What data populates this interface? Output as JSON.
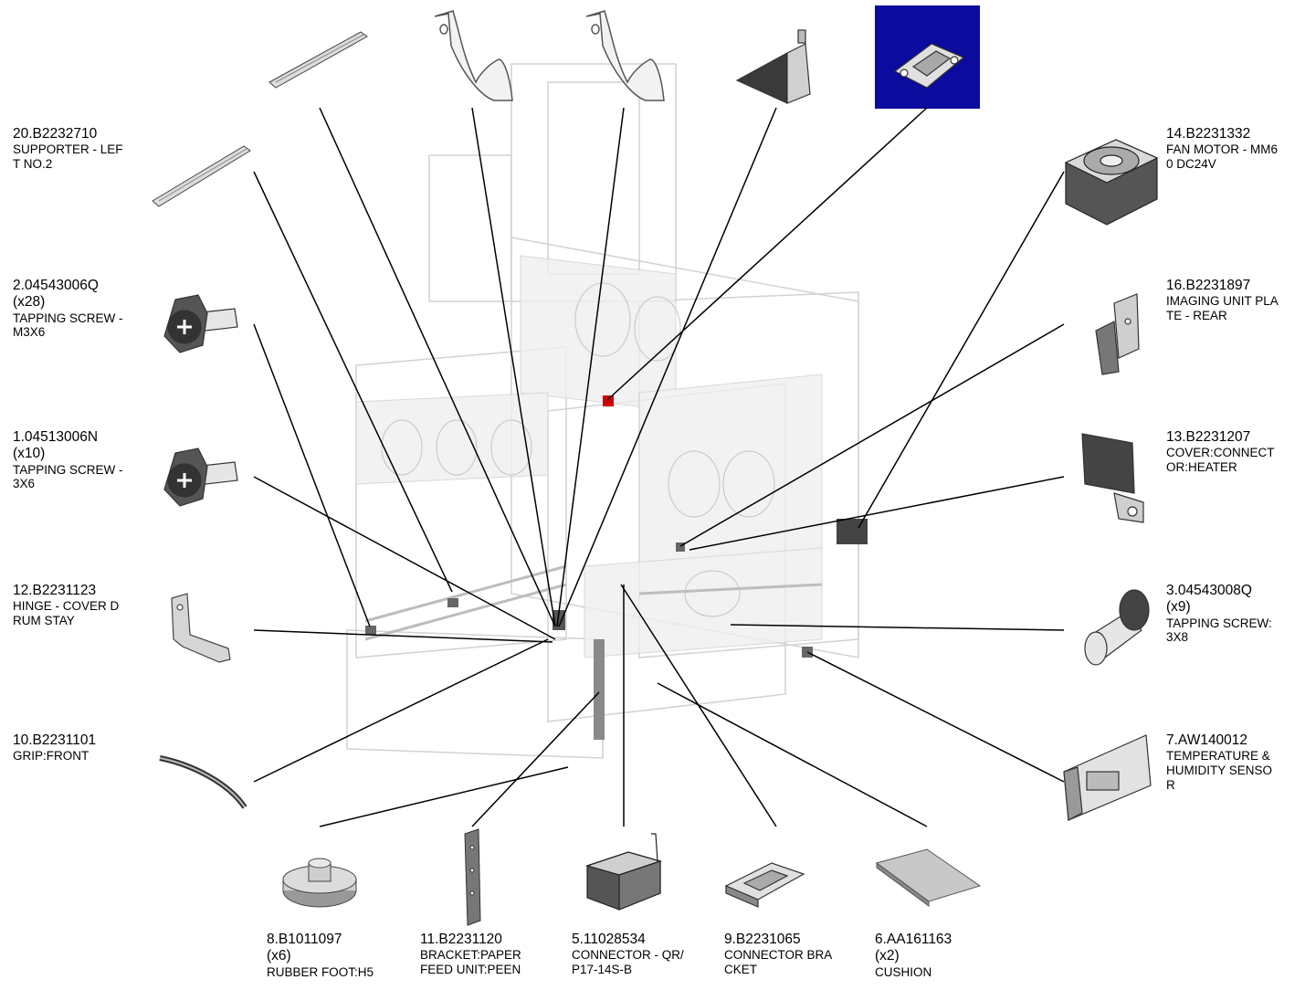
{
  "labels": {
    "p20": {
      "pn": "20.B2232710",
      "qty": "",
      "d1": "SUPPORTER - LEF",
      "d2": "T NO.2"
    },
    "p2": {
      "pn": "2.04543006Q",
      "qty": "(x28)",
      "d1": "TAPPING SCREW -",
      "d2": " M3X6"
    },
    "p1": {
      "pn": "1.04513006N",
      "qty": "(x10)",
      "d1": "TAPPING SCREW -",
      "d2": " 3X6"
    },
    "p12": {
      "pn": "12.B2231123",
      "qty": "",
      "d1": "HINGE - COVER D",
      "d2": "RUM STAY"
    },
    "p10": {
      "pn": "10.B2231101",
      "qty": "",
      "d1": "GRIP:FRONT",
      "d2": ""
    },
    "p14": {
      "pn": "14.B2231332",
      "qty": "",
      "d1": "FAN MOTOR - MM6",
      "d2": "0 DC24V"
    },
    "p16": {
      "pn": "16.B2231897",
      "qty": "",
      "d1": "IMAGING UNIT PLA",
      "d2": "TE - REAR"
    },
    "p13": {
      "pn": "13.B2231207",
      "qty": "",
      "d1": "COVER:CONNECT",
      "d2": "OR:HEATER"
    },
    "p3": {
      "pn": "3.04543008Q",
      "qty": "(x9)",
      "d1": "TAPPING SCREW:",
      "d2": "3X8"
    },
    "p7": {
      "pn": "7.AW140012",
      "qty": "",
      "d1": "TEMPERATURE &",
      "d2": "HUMIDITY SENSO",
      "d3": "R"
    },
    "p8": {
      "pn": "8.B1011097",
      "qty": "(x6)",
      "d1": "RUBBER FOOT:H5",
      "d2": ""
    },
    "p11": {
      "pn": "11.B2231120",
      "qty": "",
      "d1": "BRACKET:PAPER",
      "d2": "FEED UNIT:PEEN"
    },
    "p5": {
      "pn": "5.11028534",
      "qty": "",
      "d1": "CONNECTOR - QR/",
      "d2": "P17-14S-B"
    },
    "p9": {
      "pn": "9.B2231065",
      "qty": "",
      "d1": "CONNECTOR BRA",
      "d2": "CKET"
    },
    "p6": {
      "pn": "6.AA161163",
      "qty": "(x2)",
      "d1": "CUSHION",
      "d2": ""
    }
  },
  "colors": {
    "highlight": "#0b0b9e",
    "leader": "#000000",
    "part_fill": "#d9d9d9",
    "part_stroke": "#333333",
    "assembly": "#c8c8c8",
    "selected_part": "#cc0000"
  },
  "icons": [
    "screw-icon",
    "fan-icon",
    "bracket-icon",
    "connector-icon",
    "rubber-foot-icon",
    "cushion-icon",
    "sensor-icon",
    "grip-icon",
    "supporter-icon",
    "hinge-icon",
    "cover-icon"
  ]
}
